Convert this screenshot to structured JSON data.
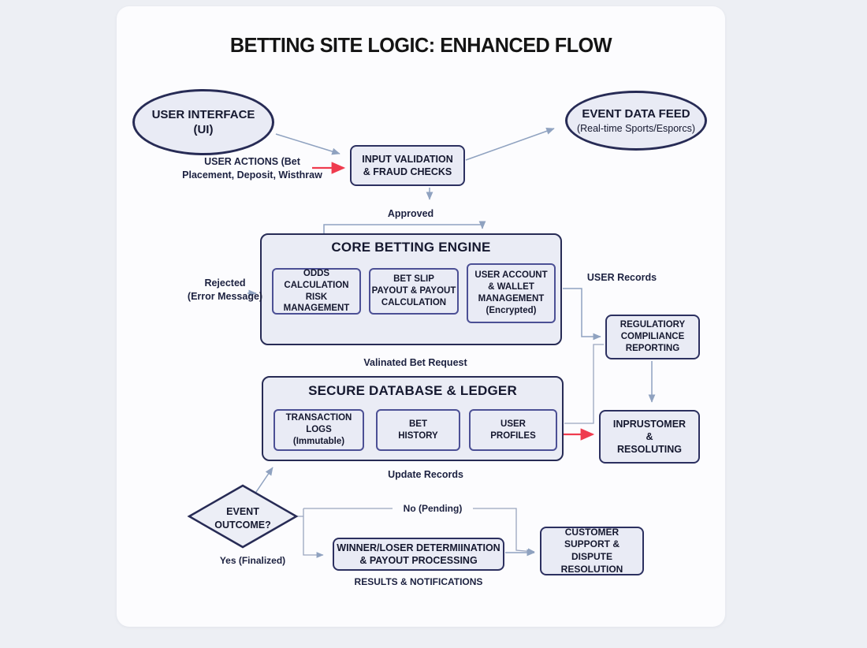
{
  "title": "BETTING SITE LOGIC: ENHANCED FLOW",
  "colors": {
    "background": "#edeff4",
    "card": "#fcfcfe",
    "node_fill": "#e9ebf5",
    "node_border": "#272b55",
    "inner_border": "#4c5095",
    "connector": "#8fa2c0",
    "red_arrow": "#ef3b4e",
    "text": "#15182f"
  },
  "nodes": {
    "user_interface": {
      "label": "USER INTERFACE\n(UI)"
    },
    "event_data_feed": {
      "label": "EVENT DATA FEED",
      "sublabel": "(Real-time Sports/Esporcs)"
    },
    "input_validation": {
      "label": "INPUT VALIDATION\n& FRAUD CHECKS"
    },
    "core_engine": {
      "title": "CORE BETTING ENGINE",
      "children": {
        "odds": {
          "label": "ODDS\nCALCULATION\nRISK MANAGEMENT"
        },
        "bet_slip": {
          "label": "BET SLIP\nPAYOUT & PAYOUT\nCALCULATION"
        },
        "user_account": {
          "label": "USER ACCOUNT\n& WALLET\nMANAGEMENT\n(Encrypted)"
        }
      }
    },
    "regulatory": {
      "label": "REGULATIORY\nCOMPILIANCE\nREPORTING"
    },
    "database": {
      "title": "SECURE DATABASE & LEDGER",
      "children": {
        "transaction_logs": {
          "label": "TRANSACTION LOGS\n(Immutable)"
        },
        "bet_history": {
          "label": "BET\nHISTORY"
        },
        "user_profiles": {
          "label": "USER\nPROFILES"
        }
      }
    },
    "inprustomer": {
      "label": "INPRUSTOMER\n&\nRESOLUTING"
    },
    "event_outcome": {
      "label": "EVENT\nOUTCOME?"
    },
    "winner_loser": {
      "label": "WINNER/LOSER DETERMIINATION\n& PAYOUT PROCESSING"
    },
    "customer_support": {
      "label": "CUSTOMER\nSUPPORT &\nDISPUTE RESOLUTION"
    }
  },
  "edge_labels": {
    "user_actions": "USER ACTIONS (Bet\nPlacement, Deposit, Wisthraw",
    "approved": "Approved",
    "rejected": "Rejected\n(Error Message)",
    "user_records": "USER Records",
    "validated_bet_request": "Valinated Bet Request",
    "update_records": "Update Records",
    "no_pending": "No (Pending)",
    "yes_finalized": "Yes (Finalized)",
    "results_notifications": "RESULTS & NOTIFICATIONS"
  }
}
